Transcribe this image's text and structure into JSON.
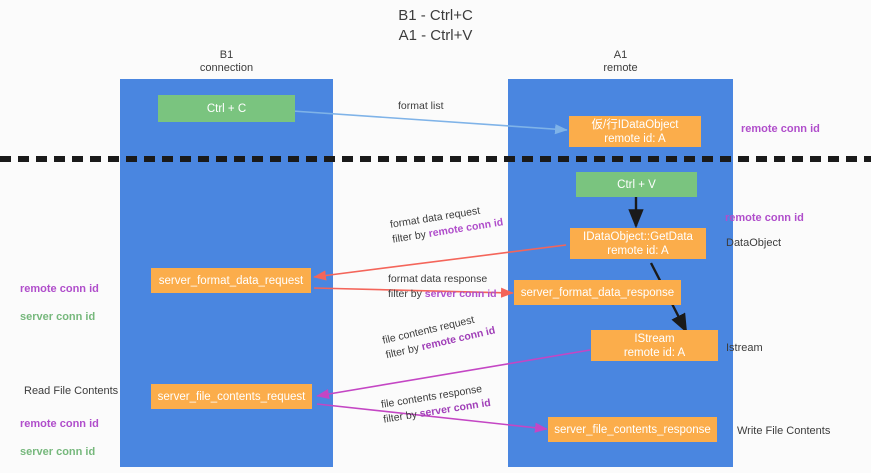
{
  "title": "B1 - Ctrl+C\nA1 - Ctrl+V",
  "lanes": [
    {
      "id": "b1",
      "heading": "B1\nconnection",
      "color": "#4a86e0"
    },
    {
      "id": "a1",
      "heading": "A1\nremote",
      "color": "#4a86e0"
    }
  ],
  "nodes": {
    "ctrl_c": {
      "label": "Ctrl + C",
      "color": "#7ac47f"
    },
    "idataobject": {
      "label": "仮/行IDataObject\nremote id: A",
      "color": "#fbad4b"
    },
    "ctrl_v": {
      "label": "Ctrl + V",
      "color": "#7ac47f"
    },
    "getdata": {
      "label": "IDataObject::GetData\nremote id: A",
      "color": "#fbad4b"
    },
    "server_format_data_request": {
      "label": "server_format_data_request",
      "color": "#fbad4b"
    },
    "server_format_data_response": {
      "label": "server_format_data_response",
      "color": "#fbad4b"
    },
    "istream": {
      "label": "IStream\nremote id: A",
      "color": "#fbad4b"
    },
    "server_file_contents_request": {
      "label": "server_file_contents_request",
      "color": "#fbad4b"
    },
    "server_file_contents_response": {
      "label": "server_file_contents_response",
      "color": "#fbad4b"
    }
  },
  "edges": {
    "format_list": {
      "line1": "format list",
      "line2": ""
    },
    "format_data_request": {
      "line1": "format data request",
      "line2_prefix": "filter by ",
      "line2_highlight": "remote conn id"
    },
    "format_data_response": {
      "line1": "format data response",
      "line2_prefix": "filter by ",
      "line2_highlight": "server conn id"
    },
    "file_contents_request": {
      "line1": "file contents request",
      "line2_prefix": "filter by ",
      "line2_highlight": "remote conn id"
    },
    "file_contents_response": {
      "line1": "file contents response",
      "line2_prefix": "filter by ",
      "line2_highlight": "server conn id"
    }
  },
  "annotations": {
    "right_remote_conn_id_top": "remote conn id",
    "right_remote_conn_id_mid": "remote conn id",
    "right_dataobject": "DataObject",
    "right_istream": "Istream",
    "right_write_file_contents": "Write File Contents",
    "left_read_file_contents": "Read File Contents",
    "left_ids_mid_purple": "remote conn id",
    "left_ids_mid_green": "server conn id",
    "left_ids_bottom_purple": "remote conn id",
    "left_ids_bottom_green": "server conn id"
  },
  "colors": {
    "lane": "#4a86e0",
    "green_node": "#7ac47f",
    "orange_node": "#fbad4b",
    "purple_text": "#b04ecb",
    "green_text": "#76b87c",
    "red_arrow": "#f4655a",
    "magenta_arrow": "#c446c4",
    "blue_arrow": "#7fb3e8",
    "black_arrow": "#1a1a1a",
    "background": "#fbfbfb"
  }
}
